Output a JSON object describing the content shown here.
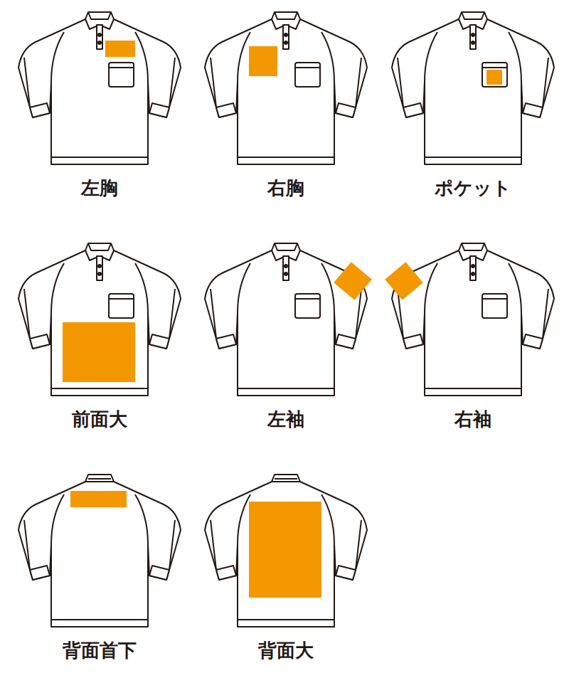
{
  "diagram": {
    "labels": [
      "左胸",
      "右胸",
      "ポケット",
      "前面大",
      "左袖",
      "右袖",
      "背面首下",
      "背面大"
    ]
  }
}
